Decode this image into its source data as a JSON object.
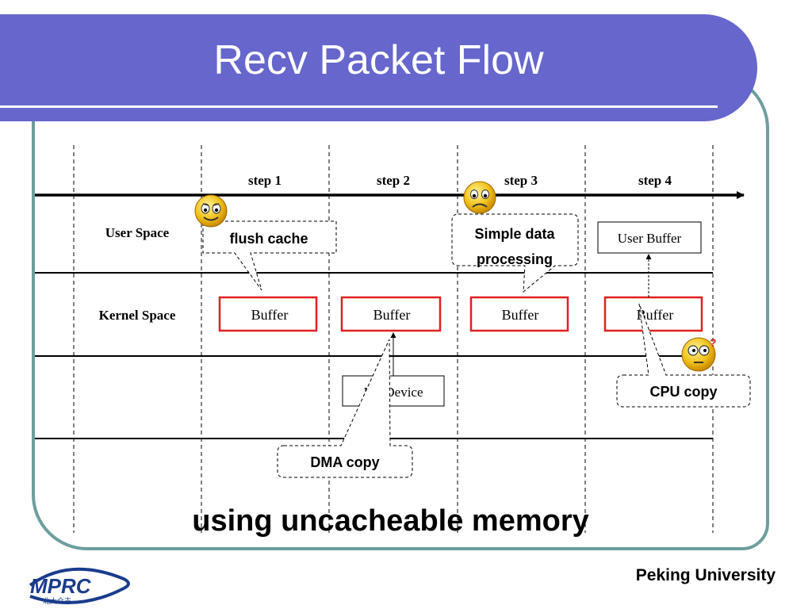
{
  "title": "Recv Packet Flow",
  "steps": [
    "step 1",
    "step 2",
    "step 3",
    "step 4"
  ],
  "rows": {
    "user_space": "User Space",
    "kernel_space": "Kernel Space"
  },
  "boxes": {
    "kernel_buffers": [
      "Buffer",
      "Buffer",
      "Buffer",
      "Buffer"
    ],
    "user_buffer": "User Buffer",
    "io_device": "I/O Device"
  },
  "callouts": {
    "flush_cache": "flush cache",
    "simple_processing_line1": "Simple data",
    "simple_processing_line2": "processing",
    "cpu_copy": "CPU copy",
    "dma_copy": "DMA copy"
  },
  "caption": "using uncacheable memory",
  "footer": {
    "institution": "Peking University",
    "logo_text": "MPRC",
    "logo_subtext": "北大众志"
  },
  "colors": {
    "title_bar": "#6666cc",
    "frame": "#6e9e9e",
    "buffer_border": "#e02020",
    "logo_blue": "#1a3c8c"
  },
  "icons": [
    "smiley-happy-icon",
    "smiley-sad-icon",
    "smiley-confused-icon"
  ]
}
